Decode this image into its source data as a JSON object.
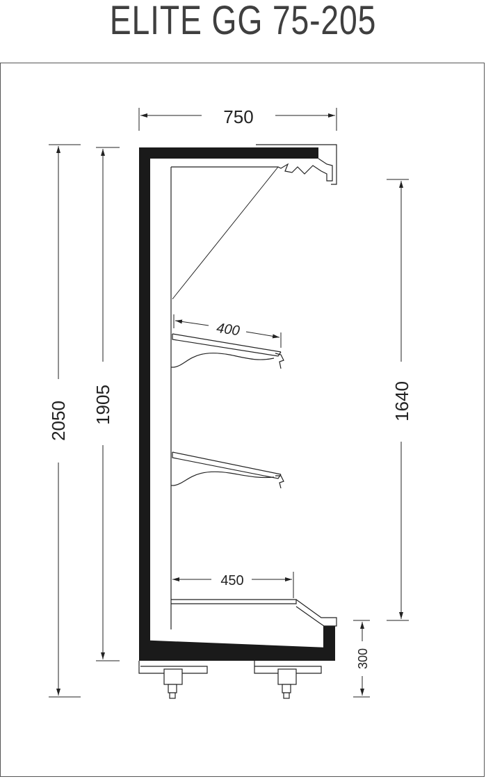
{
  "title": "ELITE GG 75-205",
  "dimensions": {
    "width_top": "750",
    "shelf_depth": "400",
    "base_depth": "450",
    "total_height": "2050",
    "inner_height": "1905",
    "opening_height": "1640",
    "base_height": "300"
  },
  "colors": {
    "body": "#1a1a1a",
    "line": "#222222",
    "title": "#3f3f3f"
  }
}
